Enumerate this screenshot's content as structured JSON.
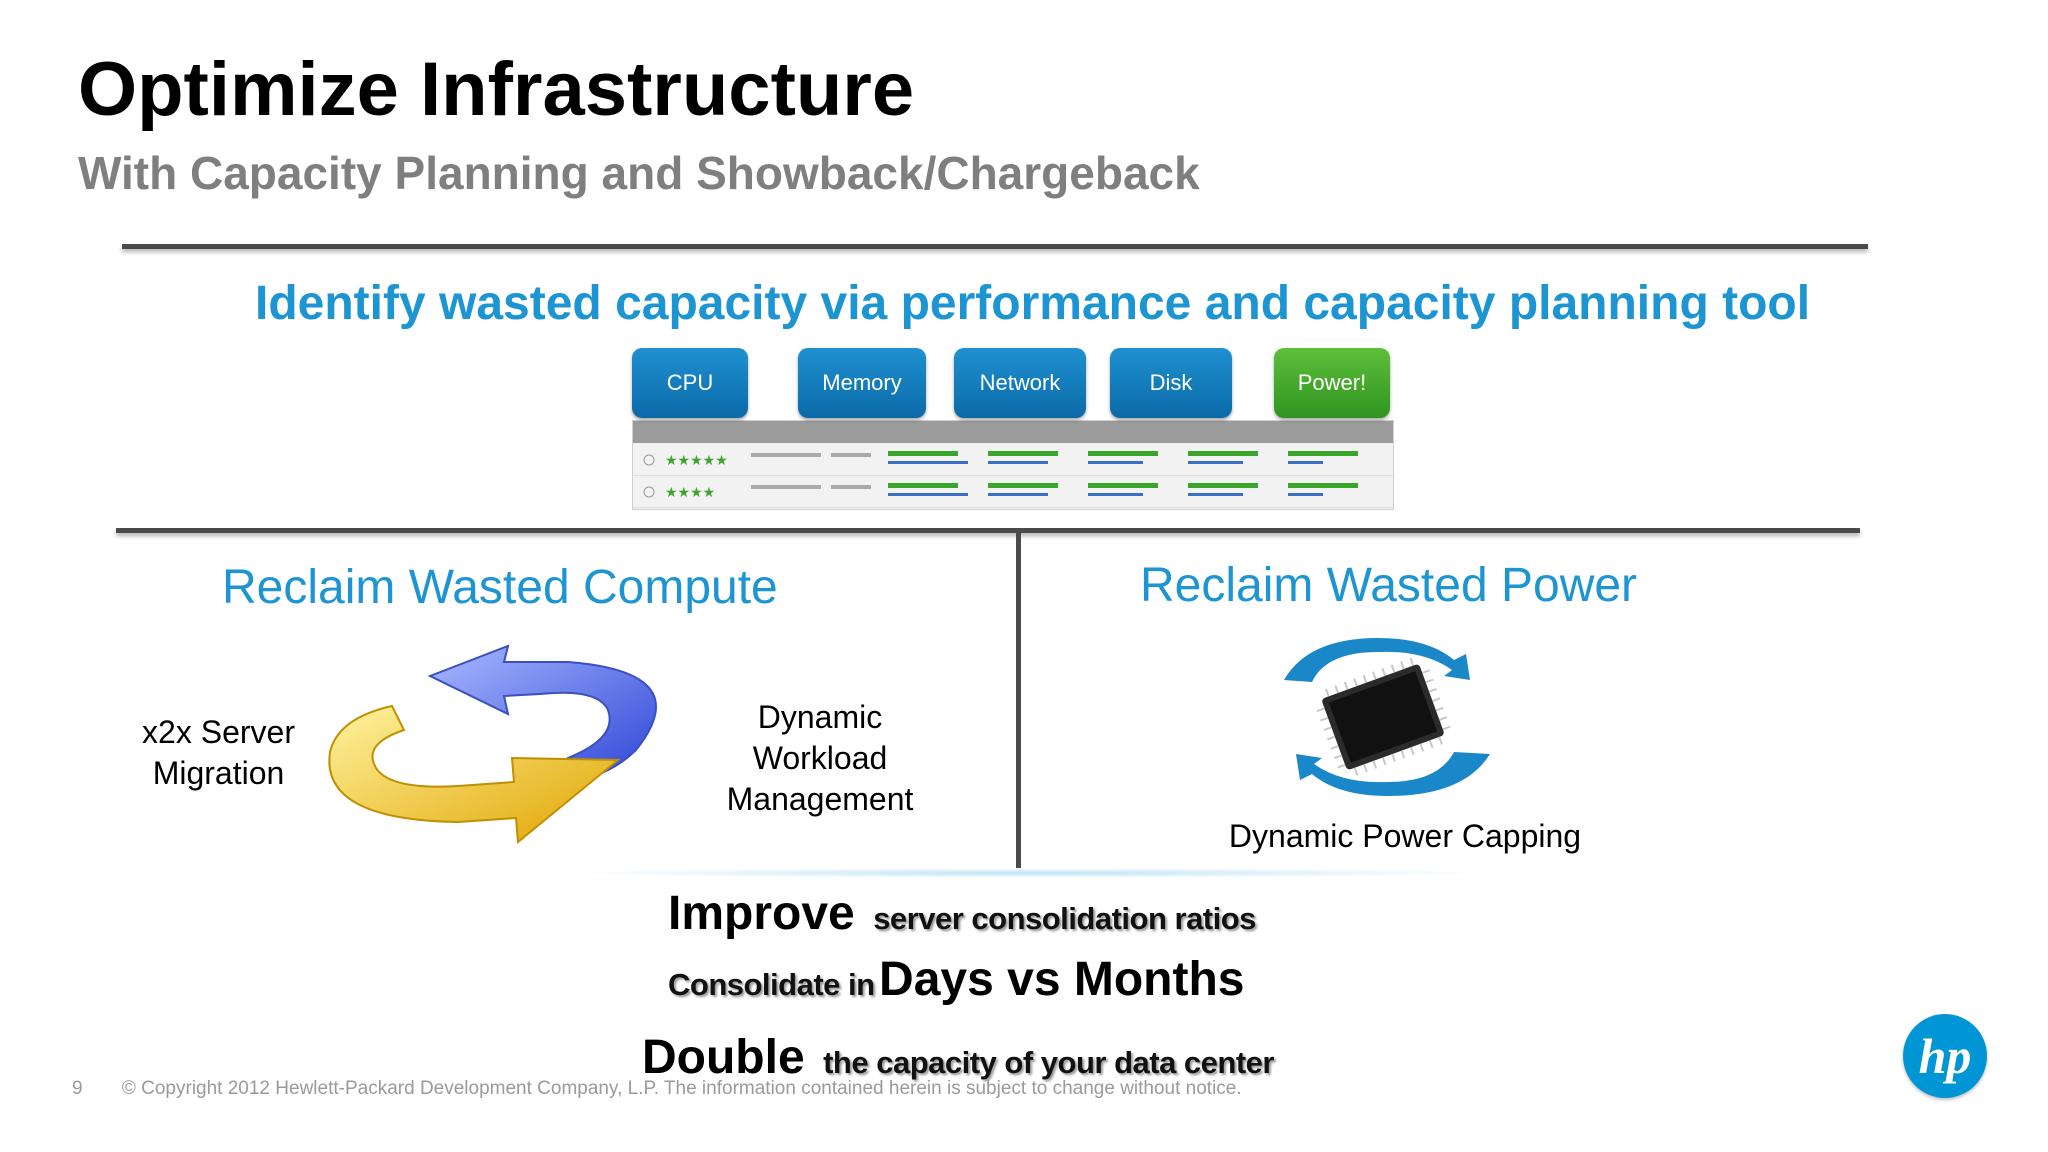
{
  "slide": {
    "title": "Optimize Infrastructure",
    "subtitle": "With Capacity Planning and Showback/Chargeback",
    "headline": "Identify wasted capacity via performance and capacity planning tool",
    "tool_tabs": [
      "CPU",
      "Memory",
      "Network",
      "Disk",
      "Power!"
    ],
    "left": {
      "title": "Reclaim Wasted Compute",
      "label_left": [
        "x2x Server",
        "Migration"
      ],
      "label_right": [
        "Dynamic",
        "Workload",
        "Management"
      ]
    },
    "right": {
      "title": "Reclaim Wasted Power",
      "caption": "Dynamic Power Capping"
    },
    "benefits": {
      "line1_big": "Improve",
      "line1_small": "server consolidation ratios",
      "line2_small": "Consolidate in",
      "line2_big": "Days vs Months",
      "line3_big": "Double",
      "line3_small": "the capacity of your data center"
    },
    "footer": {
      "page_number": "9",
      "copyright": "© Copyright 2012 Hewlett-Packard Development Company, L.P.  The information contained herein is subject to change without notice."
    },
    "logo_text": "hp",
    "colors": {
      "accent_blue": "#1c95d2",
      "subtitle_gray": "#7f7f7f",
      "logo_blue": "#0096d6",
      "power_green": "#3aa52b"
    }
  }
}
